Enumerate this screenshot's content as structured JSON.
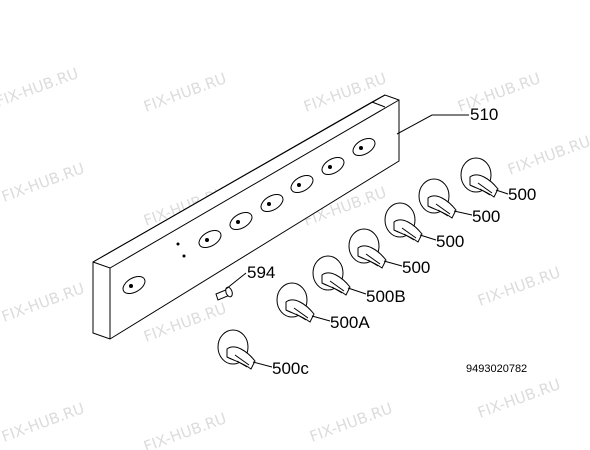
{
  "watermark": "FIX-HUB.RU",
  "doc_code": "9493020782",
  "labels": {
    "panel": "510",
    "knob1": "500",
    "knob2": "500",
    "knob3": "500",
    "knob4": "500",
    "screw": "594",
    "knob_b": "500B",
    "knob_a": "500A",
    "knob_c": "500c"
  }
}
